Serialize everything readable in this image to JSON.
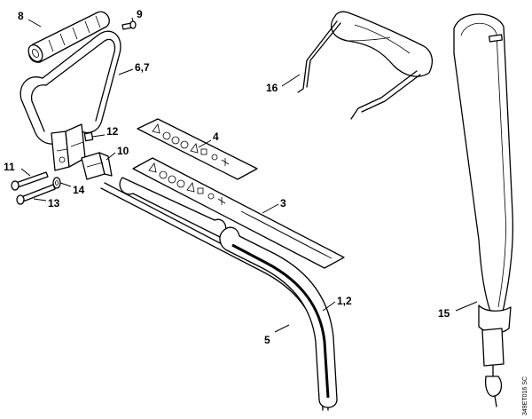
{
  "callouts": {
    "c8": "8",
    "c9": "9",
    "c67": "6,7",
    "c16": "16",
    "c4": "4",
    "c12": "12",
    "c10": "10",
    "c11": "11",
    "c14": "14",
    "c13": "13",
    "c3": "3",
    "c12b": "1,2",
    "c5": "5",
    "c15": "15"
  },
  "drawing_code": "349ET016 SC"
}
